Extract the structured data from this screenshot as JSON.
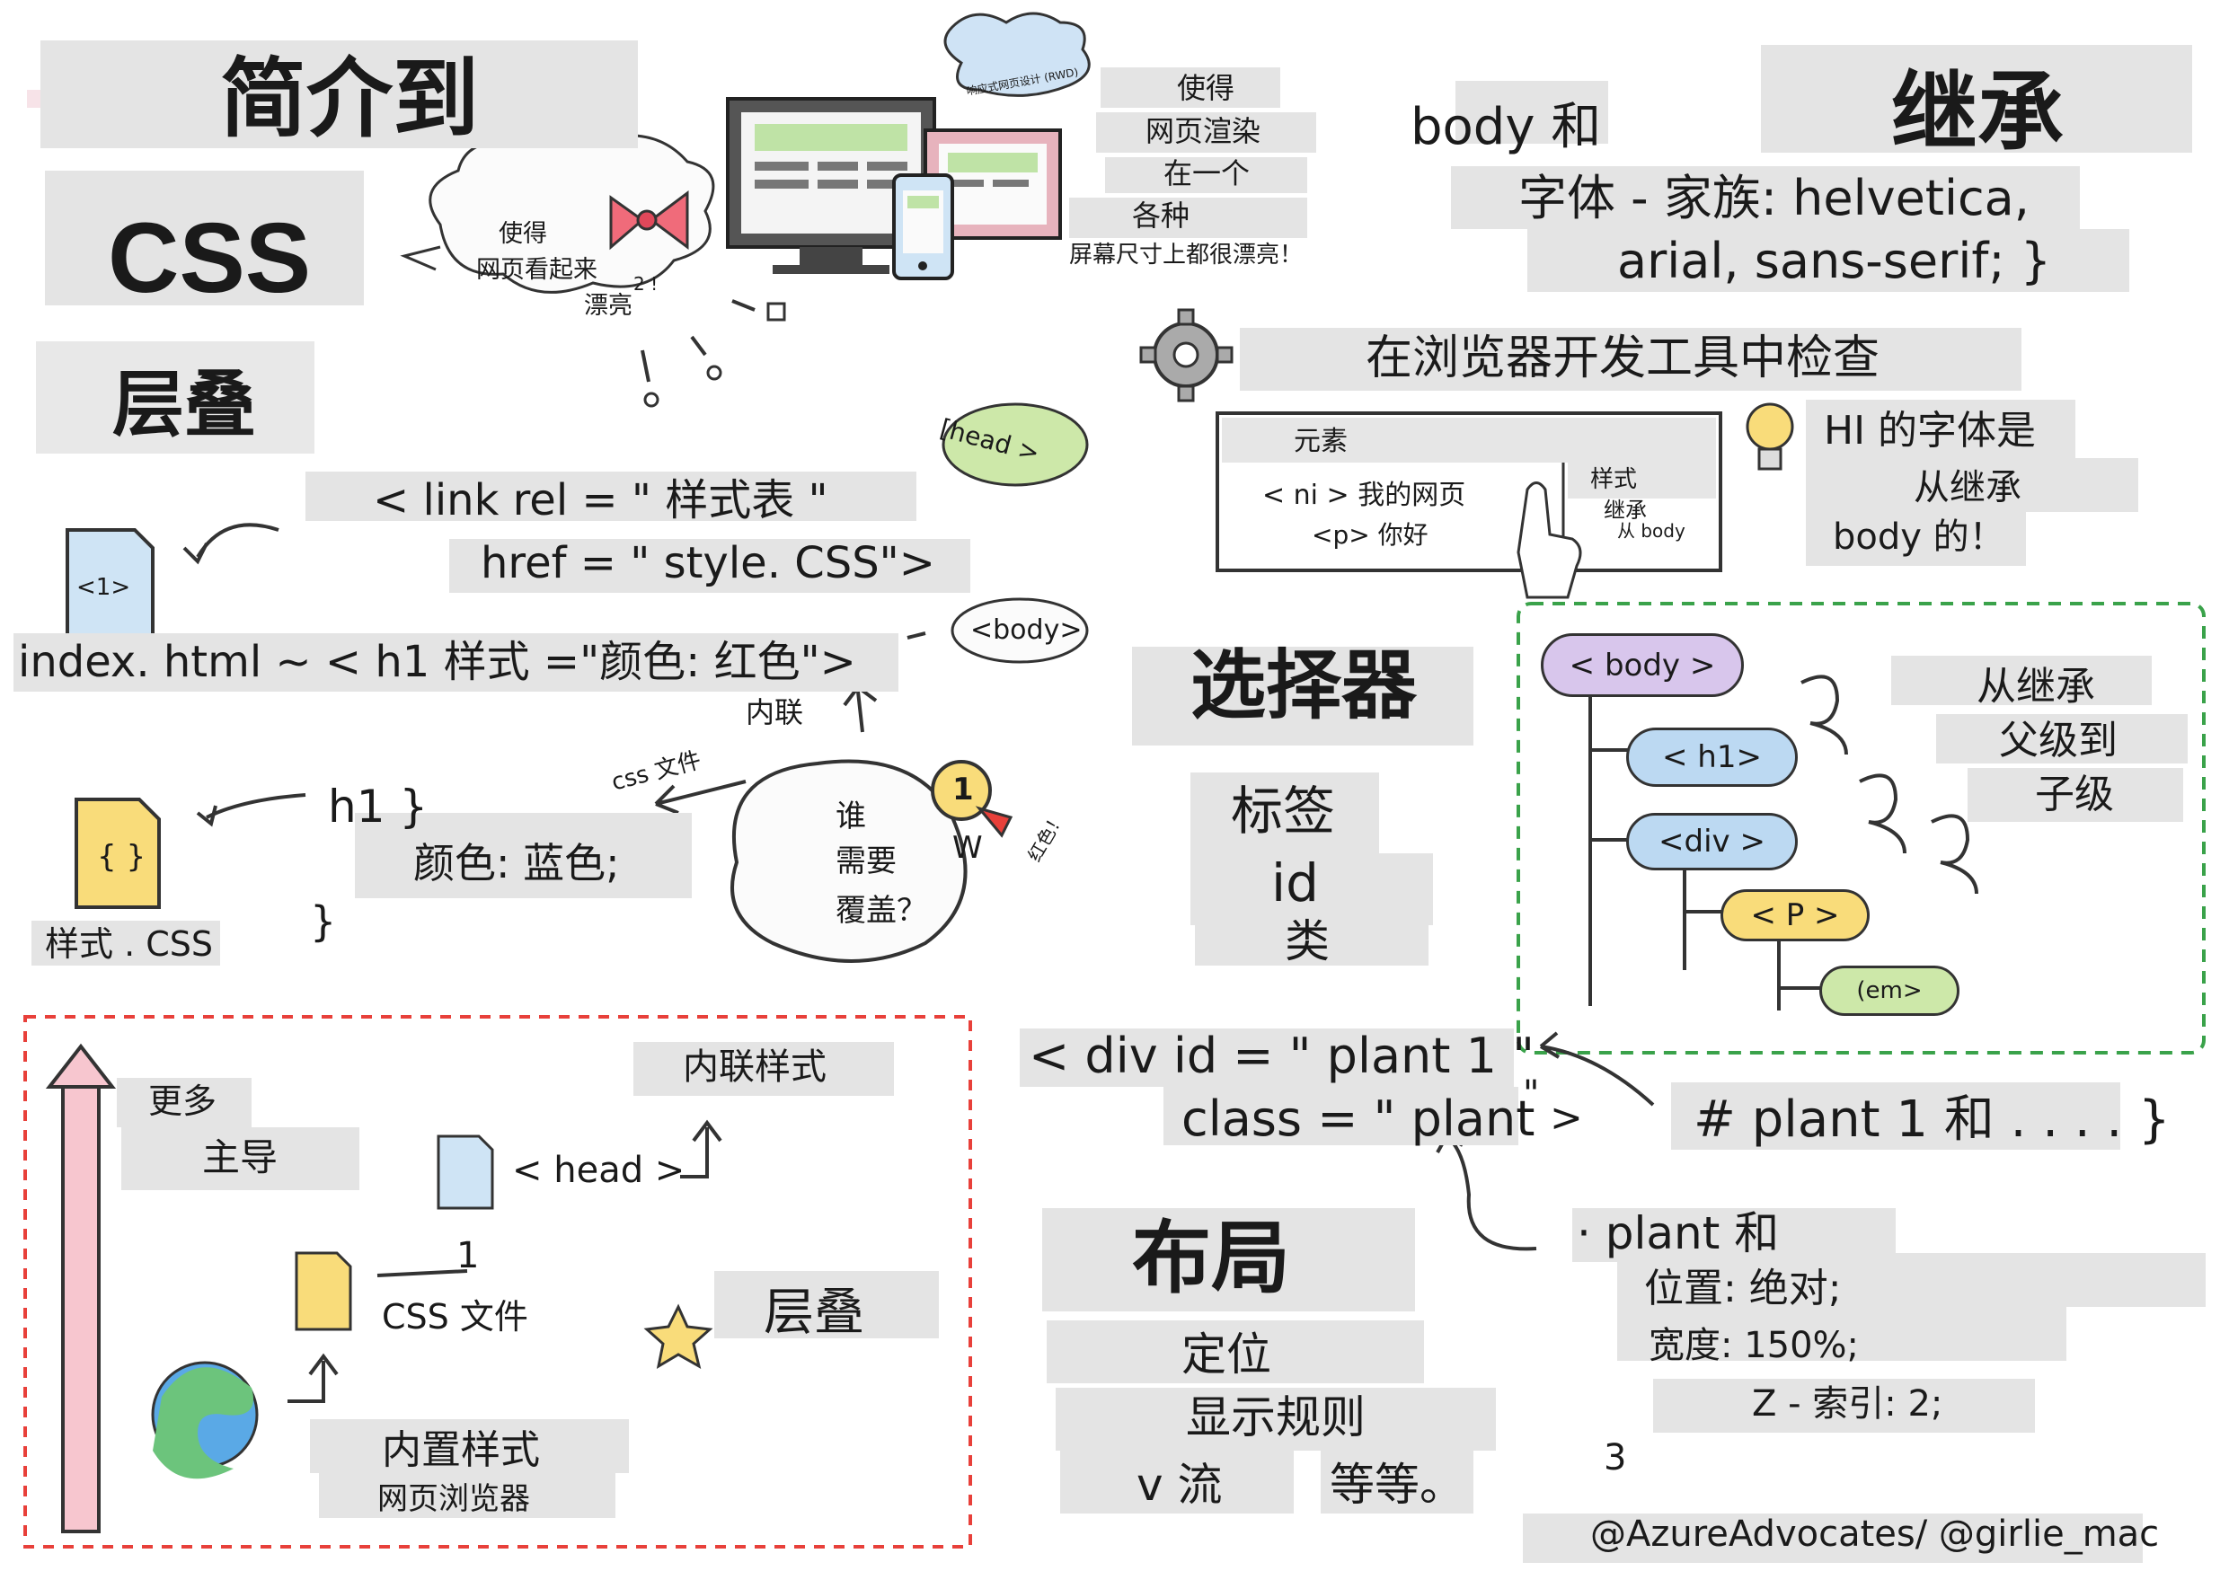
{
  "title": {
    "line1": "简介到",
    "line2": "CSS"
  },
  "cascade_title": "层叠",
  "bubble": {
    "line1": "使得",
    "line2": "网页看起来",
    "line3": "漂亮",
    "sup": "2 !"
  },
  "rwd": {
    "cloud": "响应式网页设计 (RWD)",
    "l1": "使得",
    "l2": "网页渲染",
    "l3": "在一个",
    "l4": "各种",
    "l5": "屏幕尺寸上都很漂亮！"
  },
  "link": {
    "line1": "< link rel = \" 样式表 \"",
    "line2": "href = \" style. CSS\">",
    "head_tag": "[head >",
    "file_label": "<1>"
  },
  "inline": {
    "line": "index. html ~ < h1 样式 =\"颜色: 红色\">",
    "body_tag": "<body>",
    "label": "内联"
  },
  "css_file": {
    "rule1": "h1 }",
    "rule2": "颜色: 蓝色;",
    "rule3": "}",
    "name": "样式 . CSS",
    "icon": "{ }"
  },
  "who": {
    "css_file": "css 文件",
    "l1": "谁",
    "l2": "需要",
    "l3": "覆盖？",
    "w": "W",
    "red": "红色！",
    "medal": "1"
  },
  "priority": {
    "more": "更多",
    "dominant": "主导",
    "inline_style": "内联样式",
    "head": "< head >",
    "num": "1",
    "css_file": "CSS 文件",
    "cascade": "层叠",
    "builtin": "内置样式",
    "browser": "网页浏览器"
  },
  "inheritance": {
    "title": "继承",
    "body_and": "body 和",
    "font1": "字体 - 家族: helvetica,",
    "font2": "arial, sans-serif; }",
    "devtools": "在浏览器开发工具中检查",
    "elements": "元素",
    "row1": "< ni > 我的网页",
    "row2": "<p> 你好",
    "styles": "样式",
    "inherited": "继承",
    "from_body": "从 body",
    "h1a": "HI 的字体是",
    "h1b": "从继承",
    "h1c": "body 的！"
  },
  "tree": {
    "body": "< body >",
    "h1": "< h1>",
    "div": "<div >",
    "p": "< P >",
    "em": "(em>",
    "note1": "从继承",
    "note2": "父级到",
    "note3": "子级"
  },
  "selectors": {
    "title": "选择器",
    "tag": "标签",
    "id": "id",
    "class": "类"
  },
  "div_example": {
    "line1": "< div id = \" plant 1 \"",
    "line2": "class = \" plant",
    "q": "\"",
    "close": ">",
    "hash": "# plant 1 和 . . . . }"
  },
  "layout": {
    "title": "布局",
    "positioning": "定位",
    "display": "显示规则",
    "flow": "v 流",
    "etc": "等等。",
    "plant": "· plant 和",
    "pos": "位置: 绝对;",
    "width": "宽度: 150%;",
    "z": "Z - 索引: 2;",
    "num": "3"
  },
  "credit": "@AzureAdvocates/ @girlie_mac",
  "colors": {
    "red": "#e8403a",
    "green": "#2d8b3a",
    "pink": "#f7c6cf",
    "yellow": "#f9dc7a",
    "blue": "#bcd9f2",
    "purple": "#d8c6ec",
    "lime": "#cde8a9"
  }
}
